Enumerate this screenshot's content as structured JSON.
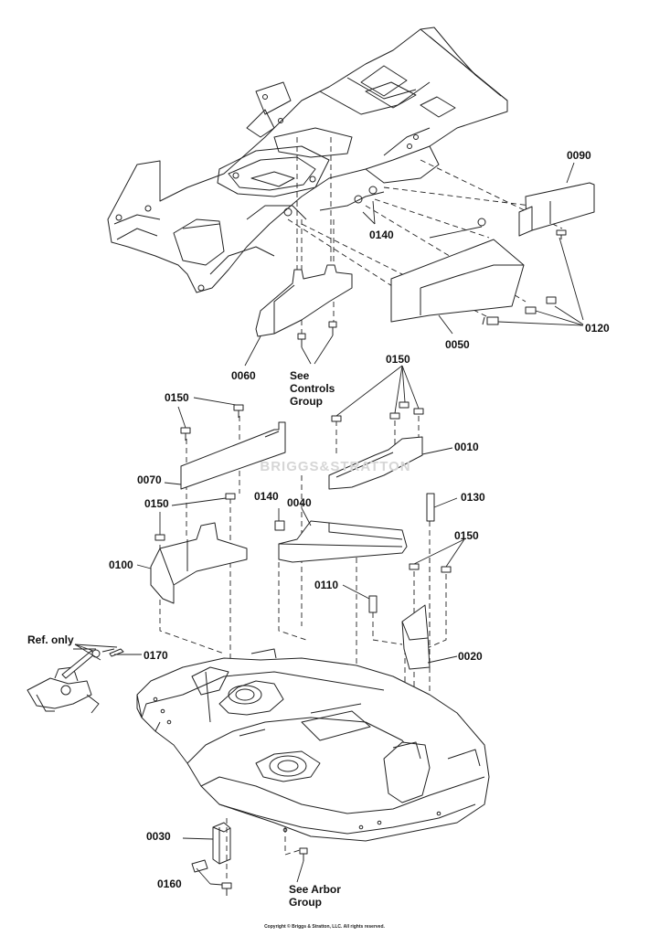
{
  "parts": {
    "p0090": "0090",
    "p0140a": "0140",
    "p0120": "0120",
    "p0050": "0050",
    "p0060": "0060",
    "p0150a": "0150",
    "p0150b": "0150",
    "p0010": "0010",
    "p0070": "0070",
    "p0150c": "0150",
    "p0140b": "0140",
    "p0040": "0040",
    "p0130": "0130",
    "p0150d": "0150",
    "p0100": "0100",
    "p0110": "0110",
    "p0170": "0170",
    "p0020": "0020",
    "p0030": "0030",
    "p0160": "0160"
  },
  "notes": {
    "controls": "See Controls Group",
    "arbor": "See Arbor Group",
    "ref_only": "Ref. only"
  },
  "watermark": "BRIGGS&STRATTON",
  "copyright": "Copyright © Briggs & Stratton, LLC. All rights reserved."
}
